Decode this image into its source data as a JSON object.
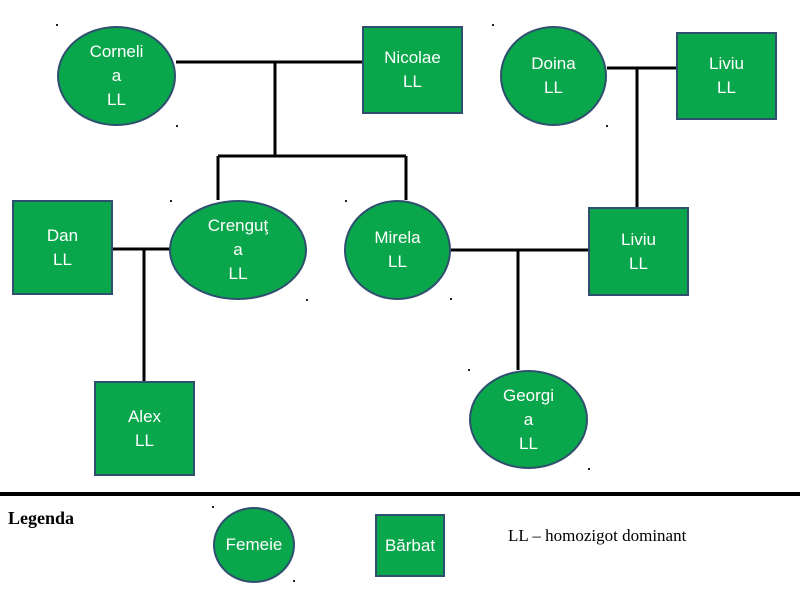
{
  "colors": {
    "fill": "#0aa64b",
    "border": "#2f4f6f",
    "text": "#ffffff",
    "lines": "#000000"
  },
  "people": {
    "corneli_a": {
      "lines": [
        "Corneli",
        "a",
        "LL"
      ],
      "shape": "female"
    },
    "nicolae": {
      "lines": [
        "Nicolae",
        "LL"
      ],
      "shape": "male"
    },
    "doina": {
      "lines": [
        "Doina",
        "LL"
      ],
      "shape": "female"
    },
    "liviu_top": {
      "lines": [
        "Liviu",
        "LL"
      ],
      "shape": "male"
    },
    "dan": {
      "lines": [
        "Dan",
        "LL"
      ],
      "shape": "male"
    },
    "crengut_a": {
      "lines": [
        "Crenguţ",
        "a",
        "LL"
      ],
      "shape": "female"
    },
    "mirela": {
      "lines": [
        "Mirela",
        "LL"
      ],
      "shape": "female"
    },
    "liviu_mid": {
      "lines": [
        "Liviu",
        "LL"
      ],
      "shape": "male"
    },
    "alex": {
      "lines": [
        "Alex",
        "LL"
      ],
      "shape": "male"
    },
    "georgi_a": {
      "lines": [
        "Georgi",
        "a",
        "LL"
      ],
      "shape": "female"
    }
  },
  "legend": {
    "title": "Legenda",
    "female_label": "Femeie",
    "male_label": "Bărbat",
    "description": "LL – homozigot dominant"
  }
}
